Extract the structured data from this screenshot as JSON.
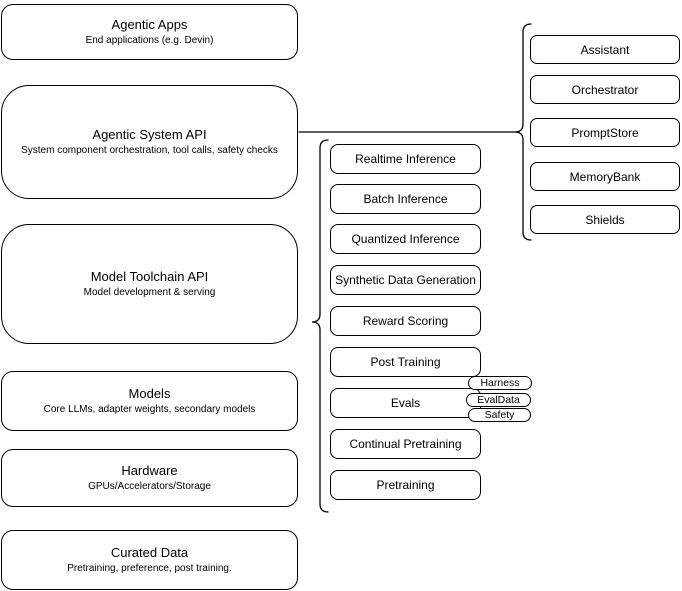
{
  "diagram": {
    "left_stack": [
      {
        "title": "Agentic Apps",
        "subtitle": "End applications (e.g. Devin)"
      },
      {
        "title": "Agentic System API",
        "subtitle": "System component orchestration, tool calls, safety checks"
      },
      {
        "title": "Model Toolchain API",
        "subtitle": "Model development & serving"
      },
      {
        "title": "Models",
        "subtitle": "Core LLMs, adapter weights, secondary models"
      },
      {
        "title": "Hardware",
        "subtitle": "GPUs/Accelerators/Storage"
      },
      {
        "title": "Curated Data",
        "subtitle": "Pretraining, preference, post training."
      }
    ],
    "toolchain_items": [
      "Realtime Inference",
      "Batch Inference",
      "Quantized Inference",
      "Synthetic Data Generation",
      "Reward Scoring",
      "Post Training",
      "Evals",
      "Continual Pretraining",
      "Pretraining"
    ],
    "eval_tags": [
      "Harness",
      "EvalData",
      "Safety"
    ],
    "system_components": [
      "Assistant",
      "Orchestrator",
      "PromptStore",
      "MemoryBank",
      "Shields"
    ],
    "colors": {
      "stroke": "#000000",
      "background": "#ffffff"
    }
  }
}
